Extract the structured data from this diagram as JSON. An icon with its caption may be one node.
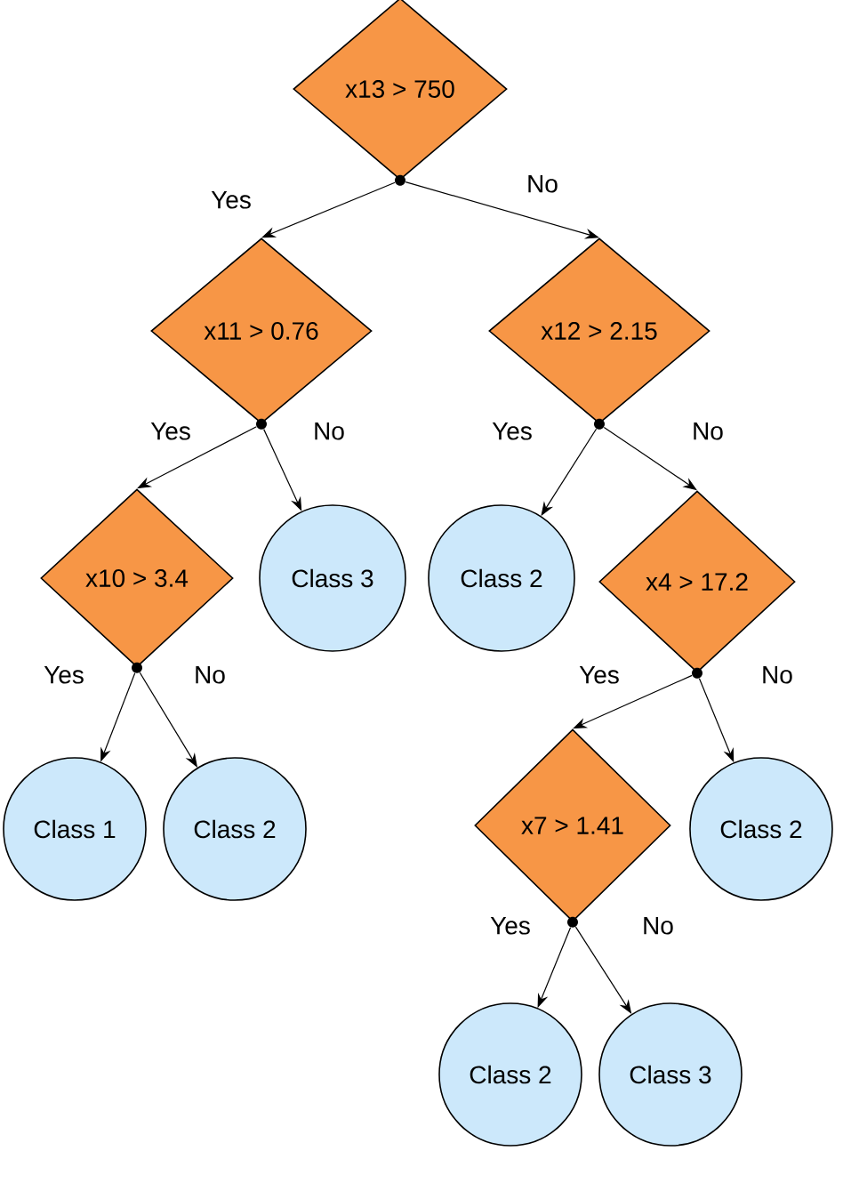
{
  "diagram": {
    "nodes": [
      {
        "text": [
          "x13 > 750"
        ]
      },
      {
        "text": [],
        "shape": "circle"
      },
      {
        "text": [
          "x11 > 0.76"
        ]
      },
      {
        "text": [
          "x12 > 2.15"
        ]
      },
      {
        "text": [],
        "shape": "circle"
      },
      {
        "text": [],
        "shape": "circle"
      },
      {
        "text": [
          "x10 > 3.4"
        ]
      },
      {
        "text": [
          "Class 3"
        ]
      },
      {
        "text": [
          "Class 2"
        ]
      },
      {
        "text": [
          "x4 > 17.2"
        ]
      },
      {
        "text": [],
        "shape": "circle"
      },
      {
        "text": [],
        "shape": "circle"
      },
      {
        "text": [
          "Class 1"
        ]
      },
      {
        "text": [
          "Class 2"
        ]
      },
      {
        "text": [
          "x7 > 1.41"
        ]
      },
      {
        "text": [
          "Class 2"
        ]
      },
      {
        "text": [],
        "shape": "circle"
      },
      {
        "text": [
          "Class 2"
        ]
      },
      {
        "text": [
          "Class 3"
        ]
      }
    ],
    "edges": [
      {
        "from": 1,
        "to": 2,
        "arrow": "to",
        "label": "Yes"
      },
      {
        "from": 1,
        "to": 3,
        "arrow": "to",
        "label": "No"
      },
      {
        "from": 4,
        "to": 6,
        "arrow": "to",
        "label": "Yes"
      },
      {
        "from": 4,
        "to": 7,
        "arrow": "to",
        "label": "No"
      },
      {
        "from": 5,
        "to": 8,
        "arrow": "to",
        "label": "Yes"
      },
      {
        "from": 5,
        "to": 9,
        "arrow": "to",
        "label": "No"
      },
      {
        "from": 10,
        "to": 12,
        "arrow": "to",
        "label": "Yes"
      },
      {
        "from": 10,
        "to": 13,
        "arrow": "to",
        "label": "No"
      },
      {
        "from": 11,
        "to": 14,
        "arrow": "to",
        "label": "Yes"
      },
      {
        "from": 11,
        "to": 15,
        "arrow": "to",
        "label": "No"
      },
      {
        "from": 16,
        "to": 17,
        "arrow": "to",
        "label": "Yes"
      },
      {
        "from": 16,
        "to": 18,
        "arrow": "to",
        "label": "No"
      }
    ]
  }
}
